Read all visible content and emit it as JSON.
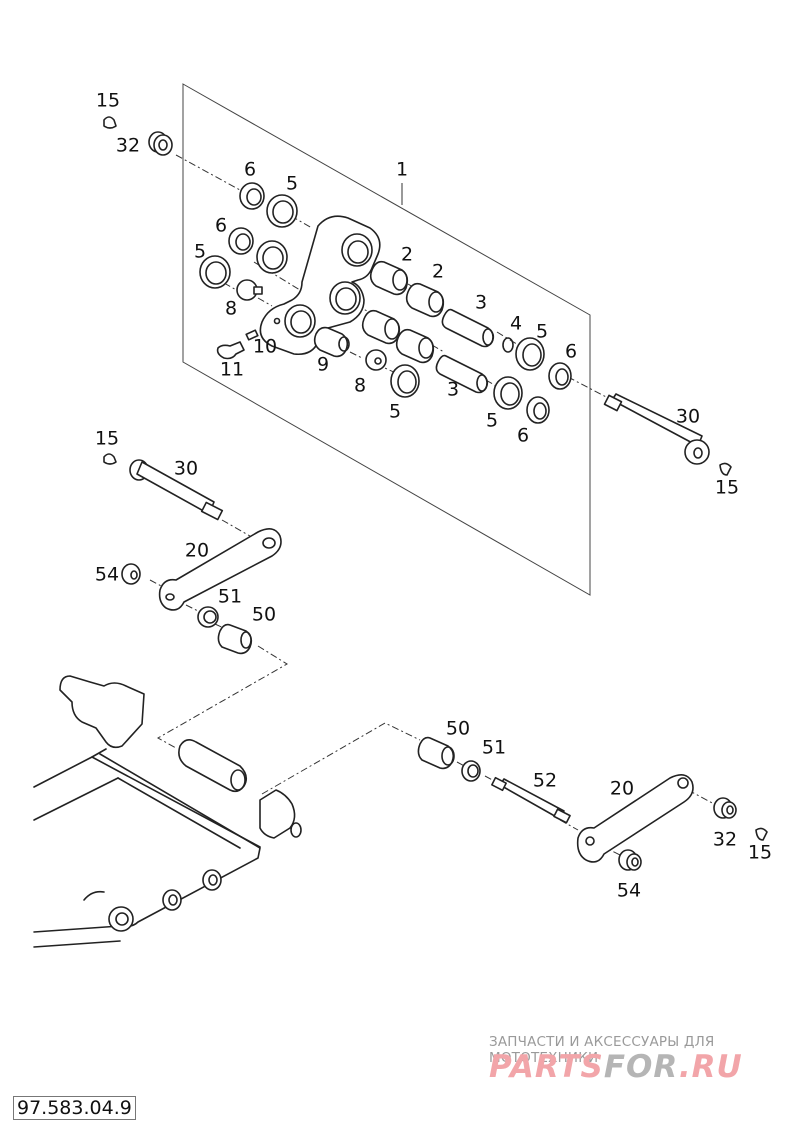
{
  "diagram": {
    "title": "Exploded parts view — rear suspension linkage (pro-lever)",
    "document_number": "97.583.04.9",
    "kit_box_label": "1",
    "callouts": [
      {
        "id": "c-15-a",
        "label": "15"
      },
      {
        "id": "c-32-a",
        "label": "32"
      },
      {
        "id": "c-6-a",
        "label": "6"
      },
      {
        "id": "c-5-a",
        "label": "5"
      },
      {
        "id": "c-6-b",
        "label": "6"
      },
      {
        "id": "c-5-b",
        "label": "5"
      },
      {
        "id": "c-8-a",
        "label": "8"
      },
      {
        "id": "c-10",
        "label": "10"
      },
      {
        "id": "c-11",
        "label": "11"
      },
      {
        "id": "c-9",
        "label": "9"
      },
      {
        "id": "c-8-b",
        "label": "8"
      },
      {
        "id": "c-5-c",
        "label": "5"
      },
      {
        "id": "c-2-a",
        "label": "2"
      },
      {
        "id": "c-2-b",
        "label": "2"
      },
      {
        "id": "c-3-a",
        "label": "3"
      },
      {
        "id": "c-3-b",
        "label": "3"
      },
      {
        "id": "c-4",
        "label": "4"
      },
      {
        "id": "c-5-d",
        "label": "5"
      },
      {
        "id": "c-6-c",
        "label": "6"
      },
      {
        "id": "c-5-e",
        "label": "5"
      },
      {
        "id": "c-6-d",
        "label": "6"
      },
      {
        "id": "c-30-a",
        "label": "30"
      },
      {
        "id": "c-15-b",
        "label": "15"
      },
      {
        "id": "c-15-c",
        "label": "15"
      },
      {
        "id": "c-30-b",
        "label": "30"
      },
      {
        "id": "c-20-a",
        "label": "20"
      },
      {
        "id": "c-54-a",
        "label": "54"
      },
      {
        "id": "c-51-a",
        "label": "51"
      },
      {
        "id": "c-50-a",
        "label": "50"
      },
      {
        "id": "c-50-b",
        "label": "50"
      },
      {
        "id": "c-51-b",
        "label": "51"
      },
      {
        "id": "c-52",
        "label": "52"
      },
      {
        "id": "c-20-b",
        "label": "20"
      },
      {
        "id": "c-32-b",
        "label": "32"
      },
      {
        "id": "c-15-d",
        "label": "15"
      },
      {
        "id": "c-54-b",
        "label": "54"
      }
    ]
  },
  "watermark": {
    "tagline": "ЗАПЧАСТИ И АКСЕССУАРЫ ДЛЯ МОТОТЕХНИКИ",
    "logo_part1": "PARTS",
    "logo_part2": "FOR",
    "logo_part3": ".RU",
    "colors": {
      "primary": "#f2a5a9",
      "secondary": "#b5b5b5"
    }
  }
}
